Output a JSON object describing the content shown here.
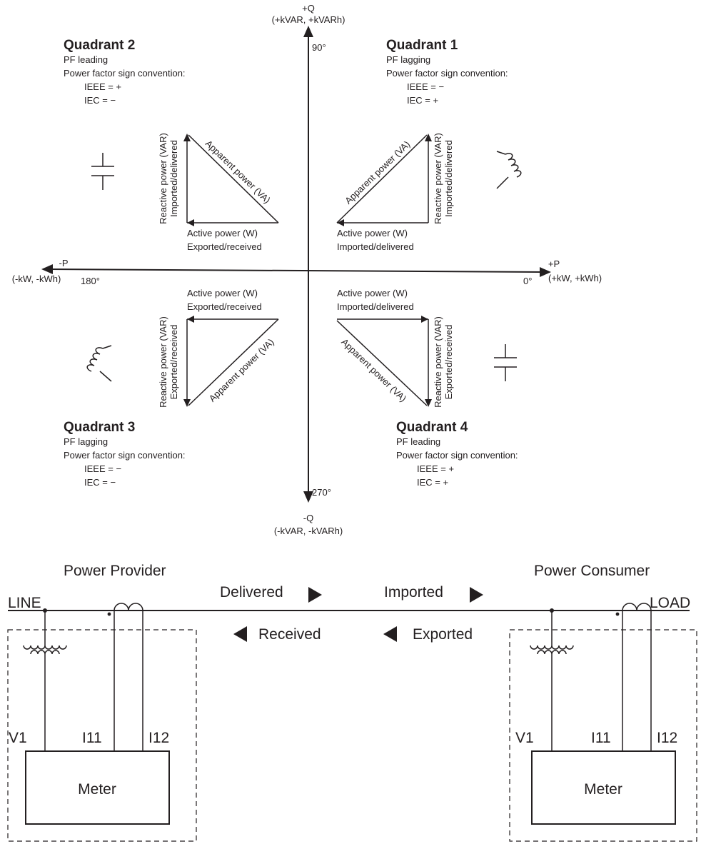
{
  "axes": {
    "q_pos": "+Q",
    "q_pos_units": "(+kVAR, +kVARh)",
    "q_neg": "-Q",
    "q_neg_units": "(-kVAR, -kVARh)",
    "p_pos": "+P",
    "p_pos_units": "(+kW, +kWh)",
    "p_neg": "-P",
    "p_neg_units": "(-kW, -kWh)",
    "deg_0": "0°",
    "deg_90": "90°",
    "deg_180": "180°",
    "deg_270": "270°"
  },
  "quadrants": [
    {
      "title": "Quadrant 1",
      "pf": "PF lagging",
      "convention": "Power factor sign convention:",
      "ieee": "IEEE = −",
      "iec": "IEC = +",
      "active": "Active power (W)",
      "active_dir": "Imported/delivered",
      "reactive": "Reactive power (VAR)",
      "reactive_dir": "Imported/delivered",
      "apparent": "Apparent power (VA)",
      "symbol": "inductor"
    },
    {
      "title": "Quadrant 2",
      "pf": "PF leading",
      "convention": "Power factor sign convention:",
      "ieee": "IEEE = +",
      "iec": "IEC = −",
      "active": "Active power (W)",
      "active_dir": "Exported/received",
      "reactive": "Reactive power (VAR)",
      "reactive_dir": "Imported/delivered",
      "apparent": "Apparent power (VA)",
      "symbol": "capacitor"
    },
    {
      "title": "Quadrant 3",
      "pf": "PF lagging",
      "convention": "Power factor sign convention:",
      "ieee": "IEEE = −",
      "iec": "IEC = −",
      "active": "Active power (W)",
      "active_dir": "Exported/received",
      "reactive": "Reactive power (VAR)",
      "reactive_dir": "Exported/received",
      "apparent": "Apparent power (VA)",
      "symbol": "inductor"
    },
    {
      "title": "Quadrant 4",
      "pf": "PF leading",
      "convention": "Power factor sign convention:",
      "ieee": "IEEE = +",
      "iec": "IEC = +",
      "active": "Active power (W)",
      "active_dir": "Imported/delivered",
      "reactive": "Reactive power (VAR)",
      "reactive_dir": "Exported/received",
      "apparent": "Apparent power (VA)",
      "symbol": "capacitor"
    }
  ],
  "bottom": {
    "provider": "Power Provider",
    "consumer": "Power Consumer",
    "line": "LINE",
    "load": "LOAD",
    "delivered": "Delivered",
    "imported": "Imported",
    "received": "Received",
    "exported": "Exported",
    "v1": "V1",
    "i11": "I11",
    "i12": "I12",
    "meter": "Meter"
  }
}
